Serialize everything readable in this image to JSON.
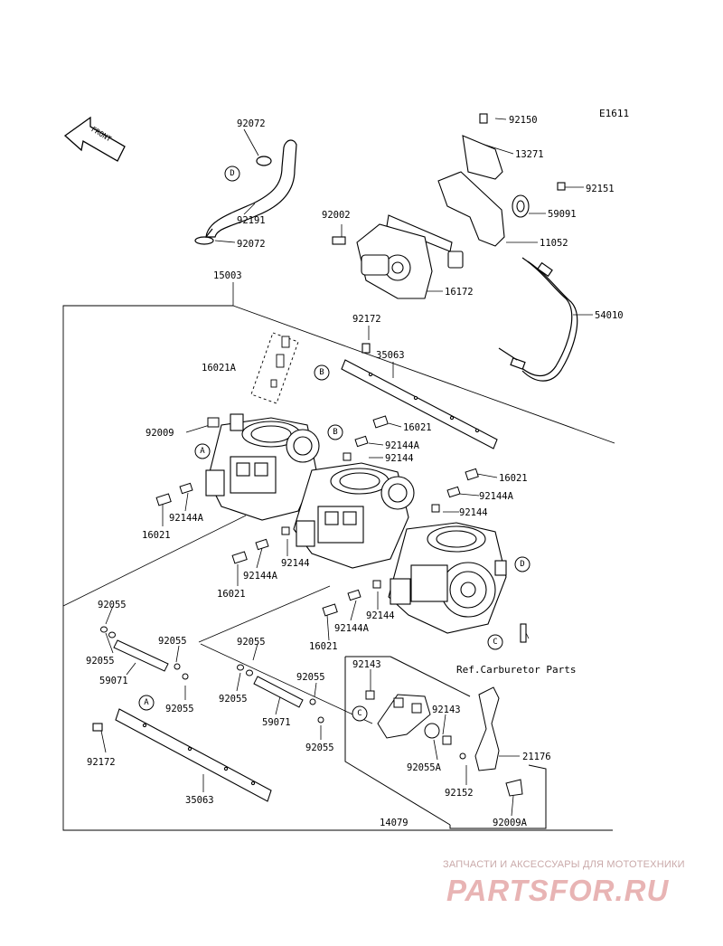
{
  "diagram_code": "E1611",
  "front_label": "FRONT",
  "reference_note": "Ref.Carburetor Parts",
  "watermark": {
    "tagline": "ЗАПЧАСТИ И АКСЕССУАРЫ ДЛЯ МОТОТЕХНИКИ",
    "logo": "PARTSFOR.RU"
  },
  "callouts": [
    "A",
    "B",
    "C",
    "D"
  ],
  "parts": {
    "p92072_top": "92072",
    "p92191": "92191",
    "p92072_bot": "92072",
    "p92150": "92150",
    "p13271": "13271",
    "p92151": "92151",
    "p59091": "59091",
    "p92002": "92002",
    "p11052": "11052",
    "p16172": "16172",
    "p54010": "54010",
    "p15003": "15003",
    "p92172_top": "92172",
    "p35063_top": "35063",
    "p16021A": "16021A",
    "p92009": "92009",
    "p16021_a": "16021",
    "p92144A_a": "92144A",
    "p92144_a": "92144",
    "p16021_b": "16021",
    "p92144A_b": "92144A",
    "p92144_b": "92144",
    "p92144A_c": "92144A",
    "p16021_c": "16021",
    "p92144A_d": "92144A",
    "p92144_d": "92144",
    "p16021_d": "16021",
    "p92144A_e": "92144A",
    "p92144_e": "92144",
    "p16021_e": "16021",
    "p92055_1": "92055",
    "p92055_2": "92055",
    "p59071_a": "59071",
    "p92055_3": "92055",
    "p92055_4": "92055",
    "p92055_5": "92055",
    "p92055_6": "92055",
    "p92055_7": "92055",
    "p59071_b": "59071",
    "p92055_8": "92055",
    "p92172_bot": "92172",
    "p35063_bot": "35063",
    "p92143_a": "92143",
    "p92143_b": "92143",
    "p92055A": "92055A",
    "p21176": "21176",
    "p92152": "92152",
    "p92009A": "92009A",
    "p14079": "14079"
  }
}
